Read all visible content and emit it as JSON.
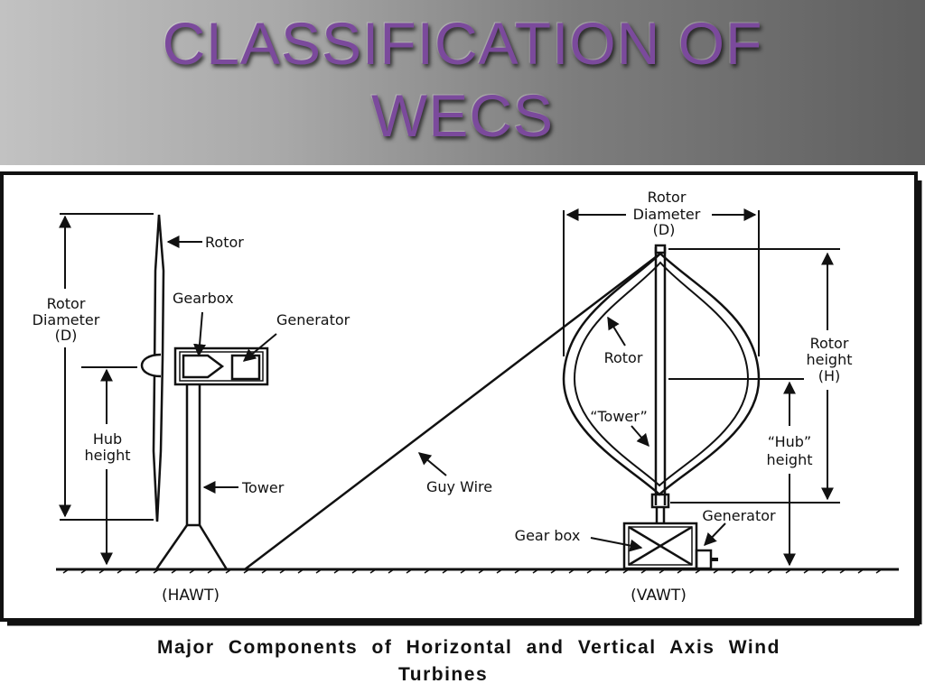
{
  "slide": {
    "title_line1": "CLASSIFICATION OF",
    "title_line2": "WECS"
  },
  "diagram": {
    "hawt": {
      "rotor": "Rotor",
      "gearbox": "Gearbox",
      "generator": "Generator",
      "rotor_diameter_1": "Rotor",
      "rotor_diameter_2": "Diameter",
      "rotor_diameter_3": "(D)",
      "hub_height_1": "Hub",
      "hub_height_2": "height",
      "tower": "Tower",
      "label": "(HAWT)"
    },
    "guy_wire": "Guy Wire",
    "vawt": {
      "rotor_diameter_1": "Rotor",
      "rotor_diameter_2": "Diameter",
      "rotor_diameter_3": "(D)",
      "rotor": "Rotor",
      "tower": "“Tower”",
      "rotor_height_1": "Rotor",
      "rotor_height_2": "height",
      "rotor_height_3": "(H)",
      "hub_height_1": "“Hub”",
      "hub_height_2": "height",
      "generator": "Generator",
      "gear_box": "Gear box",
      "label": "(VAWT)"
    },
    "caption_line1": "Major Components of Horizontal and Vertical Axis Wind",
    "caption_line2": "Turbines"
  }
}
